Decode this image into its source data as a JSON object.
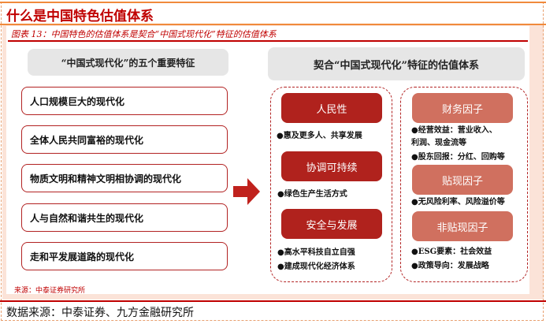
{
  "title": "什么是中国特色估值体系",
  "caption": "图表 13：中国特色的估值体系是契合“中国式现代化”特征的估值体系",
  "left": {
    "header": "“中国式现代化”的五个重要特征",
    "items": [
      "人口规模巨大的现代化",
      "全体人民共同富裕的现代化",
      "物质文明和精神文明相协调的现代化",
      "人与自然和谐共生的现代化",
      "走和平发展道路的现代化"
    ]
  },
  "right": {
    "header": "契合“中国式现代化”特征的估值体系",
    "col1": [
      {
        "label": "人民性",
        "bullets": [
          "●惠及更多人、共享发展"
        ]
      },
      {
        "label": "协调可持续",
        "bullets": [
          "●绿色生产生活方式"
        ]
      },
      {
        "label": "安全与发展",
        "bullets": [
          "●高水平科技自立自强",
          "●建成现代化经济体系"
        ]
      }
    ],
    "col2": [
      {
        "label": "财务因子",
        "bullets": [
          "●经营效益：营业收入、",
          "利润、现金流等",
          "●股东回报：分红、回购等"
        ]
      },
      {
        "label": "贴现因子",
        "bullets": [
          "●无风险利率、风险溢价等"
        ]
      },
      {
        "label": "非贴现因子",
        "bullets": [
          "●ESG要素：社会效益",
          "●政策导向：发展战略"
        ]
      }
    ]
  },
  "source": "来源：中泰证券研究所",
  "footer": "数据来源：中泰证券、九方金融研究所"
}
